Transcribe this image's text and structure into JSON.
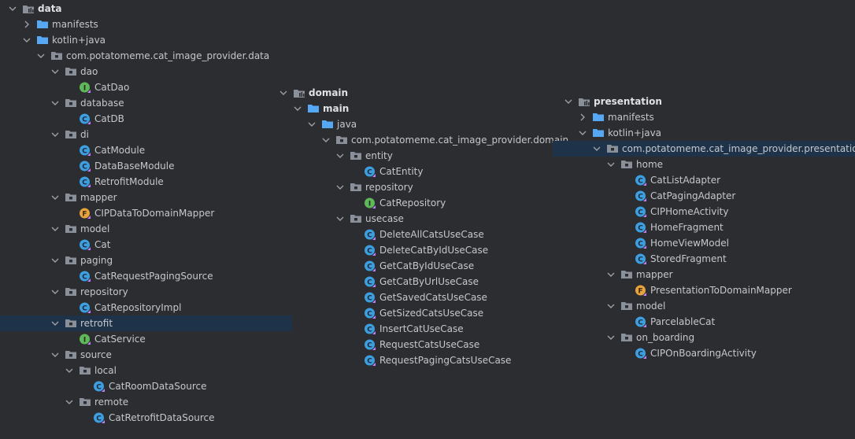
{
  "trees": {
    "data": [
      {
        "label": "data",
        "kind": "module",
        "level": 0,
        "exp": true,
        "bold": true
      },
      {
        "label": "manifests",
        "kind": "folder",
        "level": 1,
        "exp": false
      },
      {
        "label": "kotlin+java",
        "kind": "folder",
        "level": 1,
        "exp": true
      },
      {
        "label": "com.potatomeme.cat_image_provider.data",
        "kind": "package",
        "level": 2,
        "exp": true
      },
      {
        "label": "dao",
        "kind": "package",
        "level": 3,
        "exp": true
      },
      {
        "label": "CatDao",
        "kind": "interface",
        "level": 4
      },
      {
        "label": "database",
        "kind": "package",
        "level": 3,
        "exp": true
      },
      {
        "label": "CatDB",
        "kind": "abstract",
        "level": 4
      },
      {
        "label": "di",
        "kind": "package",
        "level": 3,
        "exp": true
      },
      {
        "label": "CatModule",
        "kind": "abstract",
        "level": 4
      },
      {
        "label": "DataBaseModule",
        "kind": "class",
        "level": 4
      },
      {
        "label": "RetrofitModule",
        "kind": "class",
        "level": 4
      },
      {
        "label": "mapper",
        "kind": "package",
        "level": 3,
        "exp": true
      },
      {
        "label": "CIPDataToDomainMapper",
        "kind": "file",
        "level": 4
      },
      {
        "label": "model",
        "kind": "package",
        "level": 3,
        "exp": true
      },
      {
        "label": "Cat",
        "kind": "class",
        "level": 4
      },
      {
        "label": "paging",
        "kind": "package",
        "level": 3,
        "exp": true
      },
      {
        "label": "CatRequestPagingSource",
        "kind": "class",
        "level": 4
      },
      {
        "label": "repository",
        "kind": "package",
        "level": 3,
        "exp": true
      },
      {
        "label": "CatRepositoryImpl",
        "kind": "class",
        "level": 4
      },
      {
        "label": "retrofit",
        "kind": "package",
        "level": 3,
        "exp": true,
        "selected": true
      },
      {
        "label": "CatService",
        "kind": "interface",
        "level": 4
      },
      {
        "label": "source",
        "kind": "package",
        "level": 3,
        "exp": true
      },
      {
        "label": "local",
        "kind": "package",
        "level": 4,
        "exp": true
      },
      {
        "label": "CatRoomDataSource",
        "kind": "class",
        "level": 5
      },
      {
        "label": "remote",
        "kind": "package",
        "level": 4,
        "exp": true
      },
      {
        "label": "CatRetrofitDataSource",
        "kind": "class",
        "level": 5
      }
    ],
    "domain": [
      {
        "label": "domain",
        "kind": "module",
        "level": 0,
        "exp": true,
        "bold": true
      },
      {
        "label": "main",
        "kind": "folder",
        "level": 1,
        "exp": true,
        "bold": true
      },
      {
        "label": "java",
        "kind": "folder",
        "level": 2,
        "exp": true
      },
      {
        "label": "com.potatomeme.cat_image_provider.domain",
        "kind": "package",
        "level": 3,
        "exp": true
      },
      {
        "label": "entity",
        "kind": "package",
        "level": 4,
        "exp": true
      },
      {
        "label": "CatEntity",
        "kind": "class",
        "level": 5
      },
      {
        "label": "repository",
        "kind": "package",
        "level": 4,
        "exp": true
      },
      {
        "label": "CatRepository",
        "kind": "interface",
        "level": 5
      },
      {
        "label": "usecase",
        "kind": "package",
        "level": 4,
        "exp": true
      },
      {
        "label": "DeleteAllCatsUseCase",
        "kind": "class",
        "level": 5
      },
      {
        "label": "DeleteCatByIdUseCase",
        "kind": "class",
        "level": 5
      },
      {
        "label": "GetCatByIdUseCase",
        "kind": "class",
        "level": 5
      },
      {
        "label": "GetCatByUrlUseCase",
        "kind": "class",
        "level": 5
      },
      {
        "label": "GetSavedCatsUseCase",
        "kind": "class",
        "level": 5
      },
      {
        "label": "GetSizedCatsUseCase",
        "kind": "class",
        "level": 5
      },
      {
        "label": "InsertCatUseCase",
        "kind": "class",
        "level": 5
      },
      {
        "label": "RequestCatsUseCase",
        "kind": "class",
        "level": 5
      },
      {
        "label": "RequestPagingCatsUseCase",
        "kind": "class",
        "level": 5
      }
    ],
    "presentation": [
      {
        "label": "presentation",
        "kind": "module",
        "level": 0,
        "exp": true,
        "bold": true
      },
      {
        "label": "manifests",
        "kind": "folder",
        "level": 1,
        "exp": false
      },
      {
        "label": "kotlin+java",
        "kind": "folder",
        "level": 1,
        "exp": true
      },
      {
        "label": "com.potatomeme.cat_image_provider.presentation",
        "kind": "package",
        "level": 2,
        "exp": true,
        "selected": true
      },
      {
        "label": "home",
        "kind": "package",
        "level": 3,
        "exp": true
      },
      {
        "label": "CatListAdapter",
        "kind": "class",
        "level": 4
      },
      {
        "label": "CatPagingAdapter",
        "kind": "class",
        "level": 4
      },
      {
        "label": "CIPHomeActivity",
        "kind": "class",
        "level": 4
      },
      {
        "label": "HomeFragment",
        "kind": "class",
        "level": 4
      },
      {
        "label": "HomeViewModel",
        "kind": "class",
        "level": 4
      },
      {
        "label": "StoredFragment",
        "kind": "class",
        "level": 4
      },
      {
        "label": "mapper",
        "kind": "package",
        "level": 3,
        "exp": true
      },
      {
        "label": "PresentationToDomainMapper",
        "kind": "file",
        "level": 4
      },
      {
        "label": "model",
        "kind": "package",
        "level": 3,
        "exp": true
      },
      {
        "label": "ParcelableCat",
        "kind": "class",
        "level": 4
      },
      {
        "label": "on_boarding",
        "kind": "package",
        "level": 3,
        "exp": true
      },
      {
        "label": "CIPOnBoardingActivity",
        "kind": "class",
        "level": 4
      }
    ]
  },
  "colors": {
    "background": "#2b2d30",
    "selection": "#1e3349",
    "folder": "#56a8f5",
    "package": "#8a9099",
    "class": "#3d9ee0",
    "interface": "#5fb85a",
    "file": "#e8a33d",
    "text": "#c5c7cc"
  }
}
